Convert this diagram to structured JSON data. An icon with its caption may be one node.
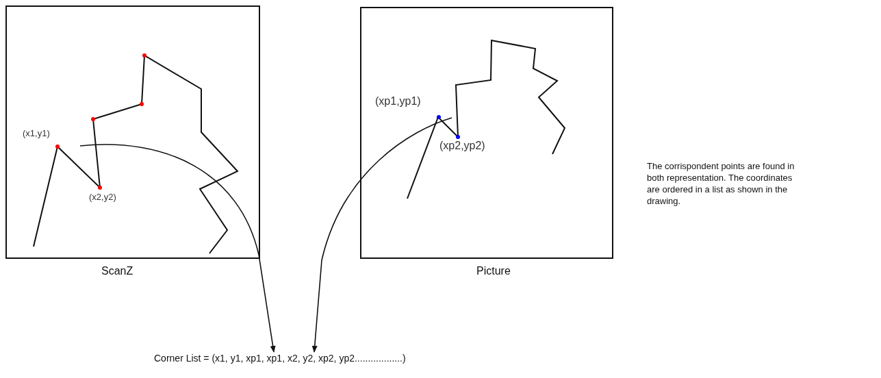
{
  "diagram": {
    "nodes": [
      {
        "text": [
          "ScanZ"
        ]
      },
      {
        "text": [
          "Picture"
        ]
      },
      {
        "text": [
          "Corner List = (x1, y1, xp1, xp1, x2, y2, xp2, yp2..................)"
        ]
      }
    ],
    "edges": [
      {
        "from": 0,
        "to": 2,
        "arrow": "to"
      },
      {
        "from": 1,
        "to": 2,
        "arrow": "to"
      }
    ],
    "labels": [
      "(x1,y1)",
      "(x2,y2)",
      "(xp1,yp1)",
      "(xp2,yp2)",
      "The corrispondent points are found in both representation. The coordinates are ordered in a list as shown in the drawing."
    ]
  }
}
